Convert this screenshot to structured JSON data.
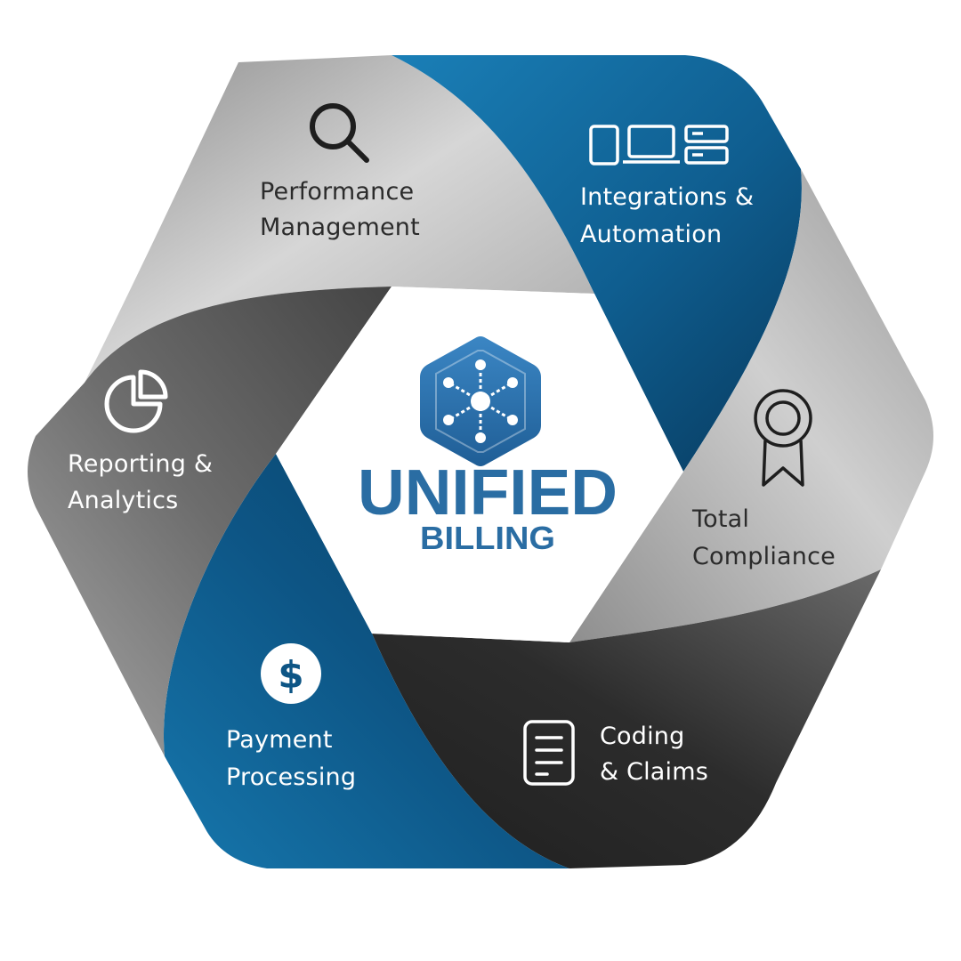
{
  "center": {
    "title": "UNIFIED",
    "subtitle": "BILLING",
    "logo_icon": "network-hexagon-logo-icon",
    "brand_color": "#2a6da3"
  },
  "segments": [
    {
      "id": "performance",
      "lines": [
        "Performance",
        "Management"
      ],
      "icon": "magnifier-icon"
    },
    {
      "id": "integrations",
      "lines": [
        "Integrations &",
        "Automation"
      ],
      "icon": "devices-icon"
    },
    {
      "id": "compliance",
      "lines": [
        "Total",
        "Compliance"
      ],
      "icon": "award-ribbon-icon"
    },
    {
      "id": "coding",
      "lines": [
        "Coding",
        "& Claims"
      ],
      "icon": "document-icon"
    },
    {
      "id": "payment",
      "lines": [
        "Payment",
        "Processing"
      ],
      "icon": "dollar-coin-icon"
    },
    {
      "id": "reporting",
      "lines": [
        "Reporting &",
        "Analytics"
      ],
      "icon": "pie-chart-icon"
    }
  ],
  "colors": {
    "blue_dark": "#0b4770",
    "blue_light": "#1474a8",
    "gray_light": "#b9b9b9",
    "gray_mid": "#8a8a8a",
    "gray_dark": "#2e2e2e",
    "gray_charcoal": "#4a4a4a"
  }
}
